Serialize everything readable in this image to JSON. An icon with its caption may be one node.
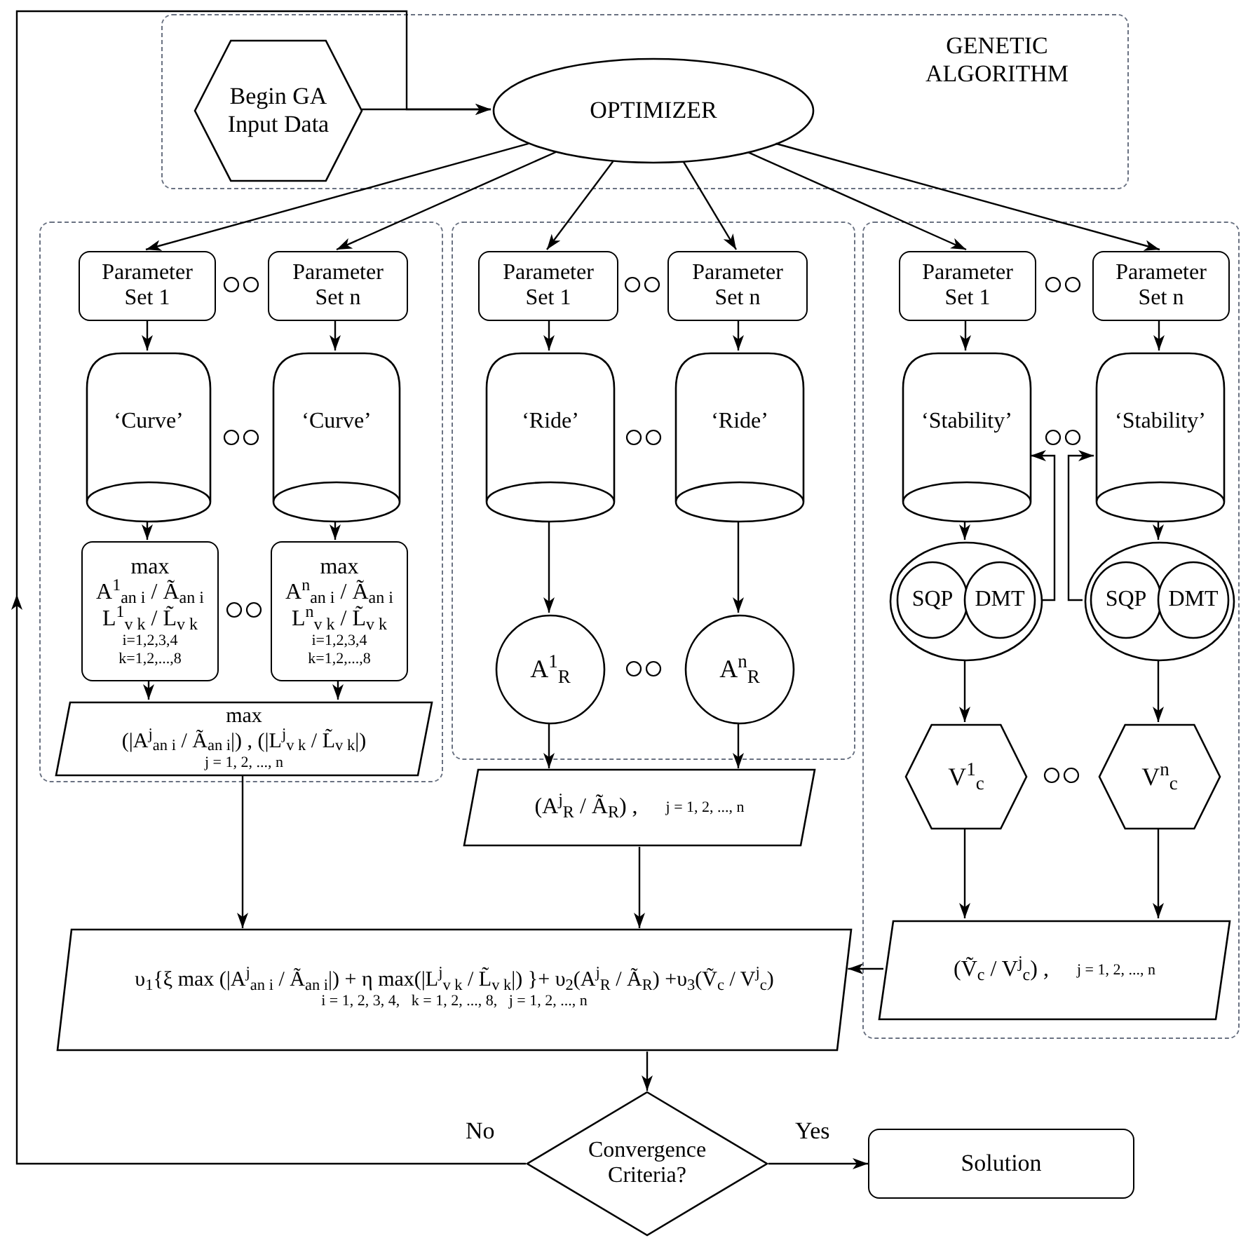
{
  "diagram": {
    "nodes": [
      {
        "text": [
          "GENETIC ALGORITHM"
        ]
      },
      {
        "text": [
          "Begin GA Input Data"
        ],
        "in": 0
      },
      {
        "text": [
          "OPTIMIZER"
        ],
        "in": 0
      },
      {
        "text": [],
        "shape": "box"
      },
      {
        "text": [],
        "shape": "box"
      },
      {
        "text": [],
        "shape": "box"
      },
      {
        "text": [
          "Parameter Set 1"
        ],
        "in": 3
      },
      {
        "text": [
          "Parameter Set n"
        ],
        "in": 3
      },
      {
        "text": [
          "‘Curve’"
        ],
        "in": 3
      },
      {
        "text": [
          "‘Curve’"
        ],
        "in": 3
      },
      {
        "text": [
          "max",
          "A$^{1}$$_{an i}$ / Ã$_{an i}$",
          "L$^{1}$$_{v k}$ / L̃$_{v k}$",
          "i=1,2,3,4",
          "k=1,2,...,8"
        ],
        "in": 3
      },
      {
        "text": [
          "max",
          "A$^{n}$$_{an i}$ / Ã$_{an i}$",
          "L$^{n}$$_{v k}$ / L̃$_{v k}$",
          "i=1,2,3,4",
          "k=1,2,...,8"
        ],
        "in": 3
      },
      {
        "text": [
          "max",
          "(|A$^{j}$$_{an i}$ / Ã$_{an i}$|) , (|L$^{j}$$_{v k}$ / L̃$_{v k}$|)",
          "j = 1, 2, ..., n"
        ],
        "in": 3
      },
      {
        "text": [
          "Parameter Set 1"
        ],
        "in": 4
      },
      {
        "text": [
          "Parameter Set n"
        ],
        "in": 4
      },
      {
        "text": [
          "‘Ride’"
        ],
        "in": 4
      },
      {
        "text": [
          "‘Ride’"
        ],
        "in": 4
      },
      {
        "text": [
          "A$^{1}$$_{R}$"
        ],
        "in": 4
      },
      {
        "text": [
          "A$^{n}$$_{R}$"
        ],
        "in": 4
      },
      {
        "text": [
          "(A$^{j}$$_{R}$ / Ã$_{R}$) ,",
          "j = 1, 2, ..., n"
        ]
      },
      {
        "text": [
          "Parameter Set 1"
        ],
        "in": 5
      },
      {
        "text": [
          "Parameter Set n"
        ],
        "in": 5
      },
      {
        "text": [
          "‘Stability’"
        ],
        "in": 5
      },
      {
        "text": [
          "‘Stability’"
        ],
        "in": 5
      },
      {
        "text": [],
        "shape": "ellipse",
        "in": 5
      },
      {
        "text": [
          "SQP"
        ],
        "in": 24
      },
      {
        "text": [
          "DMT"
        ],
        "in": 24
      },
      {
        "text": [],
        "shape": "ellipse",
        "in": 5
      },
      {
        "text": [
          "SQP"
        ],
        "in": 27
      },
      {
        "text": [
          "DMT"
        ],
        "in": 27
      },
      {
        "text": [
          "V$^{1}$$_{c}$"
        ],
        "in": 5
      },
      {
        "text": [
          "V$^{n}$$_{c}$"
        ],
        "in": 5
      },
      {
        "text": [
          "(Ṽ$_{c}$ / V$^{j}$$_{c}$) ,",
          "j = 1, 2, ..., n"
        ],
        "in": 5
      },
      {
        "text": [
          "υ$_{1}${ξ max (|A$^{j}$$_{an i}$ / Ã$_{an i}$|) + η max(|L$^{j}$$_{v k}$ / L̃$_{v k}$|) }+ υ$_{2}$(A$^{j}$$_{R}$ / Ã$_{R}$) +υ$_{3}$(Ṽ$_{c}$ / V$^{j}$$_{c}$)",
          "i = 1, 2, 3, 4,   k = 1, 2, ..., 8,   j = 1, 2, ..., n"
        ]
      },
      {
        "text": [
          "Convergence Criteria?"
        ]
      },
      {
        "text": [
          "Solution"
        ]
      }
    ],
    "edges": [
      {
        "from": 1,
        "to": 2,
        "arrow": "to"
      },
      {
        "from": 34,
        "to": 2,
        "arrow": "to",
        "label": "No"
      },
      {
        "from": 2,
        "to": 6,
        "arrow": "to"
      },
      {
        "from": 2,
        "to": 7,
        "arrow": "to"
      },
      {
        "from": 2,
        "to": 13,
        "arrow": "to"
      },
      {
        "from": 2,
        "to": 14,
        "arrow": "to"
      },
      {
        "from": 2,
        "to": 20,
        "arrow": "to"
      },
      {
        "from": 2,
        "to": 21,
        "arrow": "to"
      },
      {
        "from": 6,
        "to": 8,
        "arrow": "to"
      },
      {
        "from": 7,
        "to": 9,
        "arrow": "to"
      },
      {
        "from": 8,
        "to": 10,
        "arrow": "to"
      },
      {
        "from": 9,
        "to": 11,
        "arrow": "to"
      },
      {
        "from": 10,
        "to": 12,
        "arrow": "to"
      },
      {
        "from": 11,
        "to": 12,
        "arrow": "to"
      },
      {
        "from": 13,
        "to": 15,
        "arrow": "to"
      },
      {
        "from": 14,
        "to": 16,
        "arrow": "to"
      },
      {
        "from": 15,
        "to": 17,
        "arrow": "to"
      },
      {
        "from": 16,
        "to": 18,
        "arrow": "to"
      },
      {
        "from": 17,
        "to": 19,
        "arrow": "to"
      },
      {
        "from": 18,
        "to": 19,
        "arrow": "to"
      },
      {
        "from": 20,
        "to": 22,
        "arrow": "to"
      },
      {
        "from": 21,
        "to": 23,
        "arrow": "to"
      },
      {
        "from": 22,
        "to": 24,
        "arrow": "to"
      },
      {
        "from": 23,
        "to": 27,
        "arrow": "to"
      },
      {
        "from": 24,
        "to": 22,
        "arrow": "to"
      },
      {
        "from": 27,
        "to": 23,
        "arrow": "to"
      },
      {
        "from": 24,
        "to": 30,
        "arrow": "to"
      },
      {
        "from": 27,
        "to": 31,
        "arrow": "to"
      },
      {
        "from": 30,
        "to": 32,
        "arrow": "to"
      },
      {
        "from": 31,
        "to": 32,
        "arrow": "to"
      },
      {
        "from": 12,
        "to": 33,
        "arrow": "to"
      },
      {
        "from": 19,
        "to": 33,
        "arrow": "to"
      },
      {
        "from": 32,
        "to": 33,
        "arrow": "to"
      },
      {
        "from": 33,
        "to": 34,
        "arrow": "to"
      },
      {
        "from": 34,
        "to": 35,
        "arrow": "to",
        "label": "Yes"
      }
    ]
  }
}
